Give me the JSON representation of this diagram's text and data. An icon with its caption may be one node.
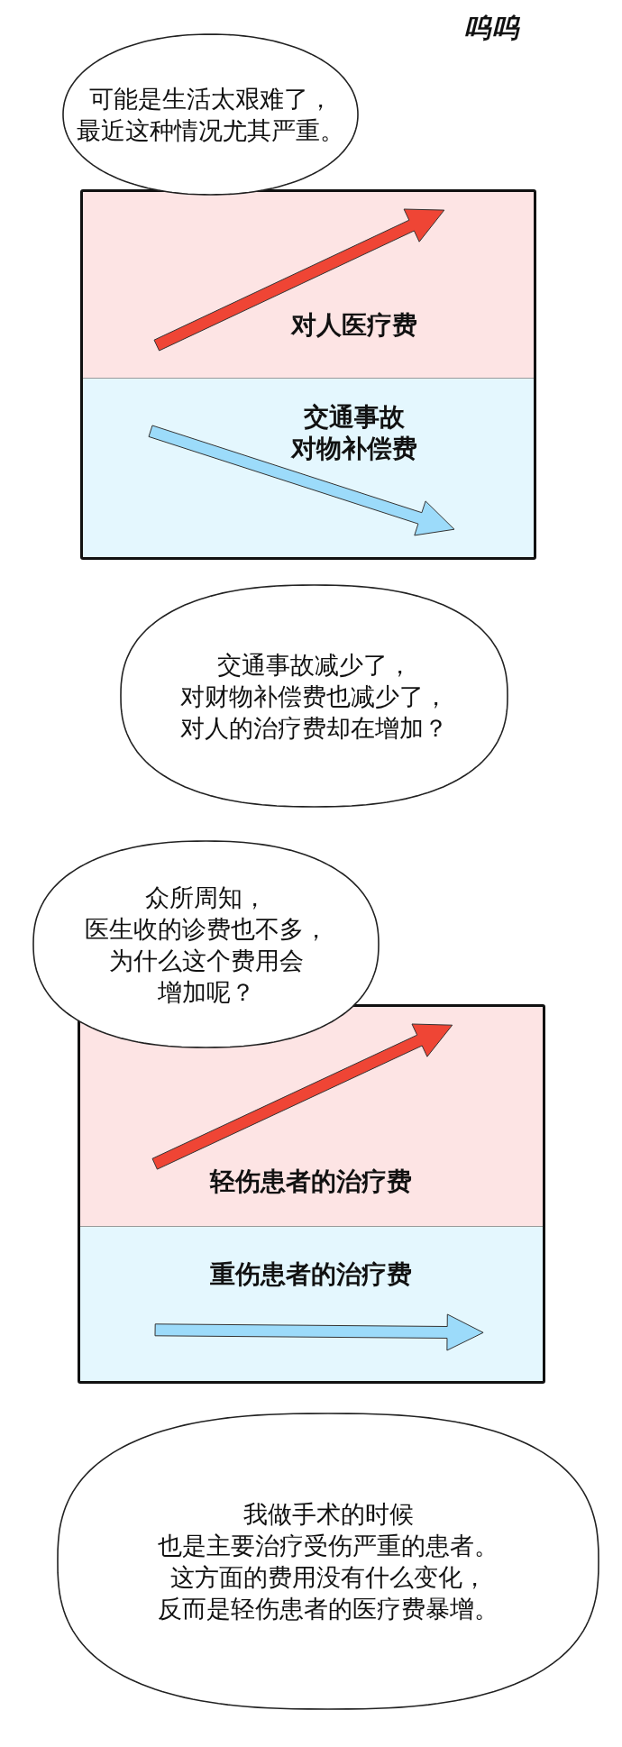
{
  "diagram": {
    "nodes": [
      {
        "text": [
          "可能是生活太艰难了，最近这种情况尤其严重。"
        ]
      },
      {
        "text": [],
        "shape": "box"
      },
      {
        "text": [
          "对人医疗费"
        ],
        "in": 1
      },
      {
        "text": [],
        "shape": "arrow",
        "in": 2
      },
      {
        "text": [
          "交通事故对物补偿费"
        ],
        "in": 1
      },
      {
        "text": [],
        "shape": "arrow",
        "in": 4
      },
      {
        "text": [
          "交通事故减少了，对财物补偿费也减少了，对人的治疗费却在增加？"
        ]
      },
      {
        "text": [
          "众所周知，医生收的诊费也不多，为什么这个费用会增加呢？"
        ]
      },
      {
        "text": [],
        "shape": "box"
      },
      {
        "text": [
          "轻伤患者的治疗费"
        ],
        "in": 8
      },
      {
        "text": [],
        "shape": "arrow",
        "in": 9
      },
      {
        "text": [
          "重伤患者的治疗费"
        ],
        "in": 8
      },
      {
        "text": [],
        "shape": "arrow",
        "in": 11
      },
      {
        "text": [
          "我做手术的时候也是主要治疗受伤严重的患者。这方面的费用没有什么变化，反而是轻伤患者的医疗费暴增。"
        ]
      }
    ],
    "labels": [
      "呜呜"
    ]
  }
}
